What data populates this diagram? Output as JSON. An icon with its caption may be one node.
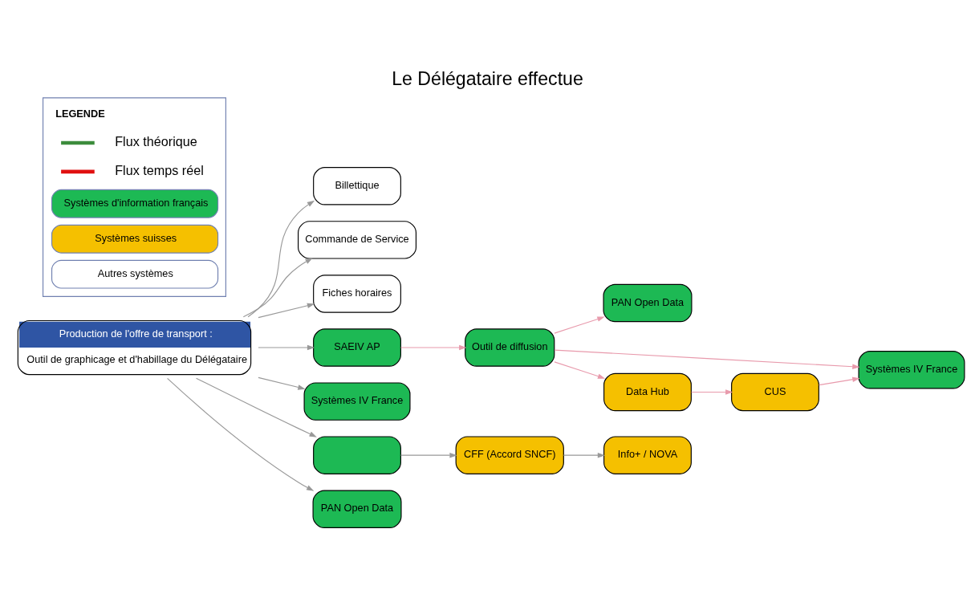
{
  "diagram": {
    "title": "Le Délégataire effectue",
    "nodes": [
      {
        "text": [
          "Production de l'offre de transport :",
          "Outil de graphicage et d'habillage du Délégataire"
        ]
      },
      {
        "text": [
          "Billettique"
        ]
      },
      {
        "text": [
          "Commande de Service"
        ]
      },
      {
        "text": [
          "Fiches horaires"
        ]
      },
      {
        "text": [
          "SAEIV AP"
        ]
      },
      {
        "text": [
          "Systèmes IV France"
        ]
      },
      {
        "text": [],
        "shape": "box"
      },
      {
        "text": [
          "PAN Open Data"
        ]
      },
      {
        "text": [
          "Outil de diffusion"
        ]
      },
      {
        "text": [
          "PAN Open Data"
        ]
      },
      {
        "text": [
          "Systèmes IV France"
        ]
      },
      {
        "text": [
          "Data Hub"
        ]
      },
      {
        "text": [
          "CUS"
        ]
      },
      {
        "text": [
          "CFF (Accord SNCF)"
        ]
      },
      {
        "text": [
          "Info+ / NOVA"
        ]
      }
    ],
    "edges": [
      {
        "from": 0,
        "to": 1,
        "arrow": "to"
      },
      {
        "from": 0,
        "to": 2,
        "arrow": "to"
      },
      {
        "from": 0,
        "to": 3,
        "arrow": "to"
      },
      {
        "from": 0,
        "to": 4,
        "arrow": "to"
      },
      {
        "from": 0,
        "to": 5,
        "arrow": "to"
      },
      {
        "from": 0,
        "to": 6,
        "arrow": "to"
      },
      {
        "from": 0,
        "to": 7,
        "arrow": "to"
      },
      {
        "from": 4,
        "to": 8,
        "arrow": "to",
        "color": "#e89aac"
      },
      {
        "from": 8,
        "to": 9,
        "arrow": "to",
        "color": "#e89aac"
      },
      {
        "from": 8,
        "to": 10,
        "arrow": "to",
        "color": "#e89aac"
      },
      {
        "from": 8,
        "to": 11,
        "arrow": "to",
        "color": "#e89aac"
      },
      {
        "from": 11,
        "to": 12,
        "arrow": "to",
        "color": "#e89aac"
      },
      {
        "from": 12,
        "to": 10,
        "arrow": "to",
        "color": "#e89aac"
      },
      {
        "from": 6,
        "to": 13,
        "arrow": "to"
      },
      {
        "from": 13,
        "to": 14,
        "arrow": "to"
      }
    ],
    "labels": [
      "LEGENDE"
    ],
    "legend": [
      {
        "text": "Flux théorique"
      },
      {
        "text": "Flux temps réel"
      },
      {
        "text": "Systèmes d'information français",
        "color": "#1db954"
      },
      {
        "text": "Systèmes suisses",
        "color": "#f5c000"
      },
      {
        "text": "Autres systèmes",
        "color": "#ffffff"
      }
    ]
  }
}
